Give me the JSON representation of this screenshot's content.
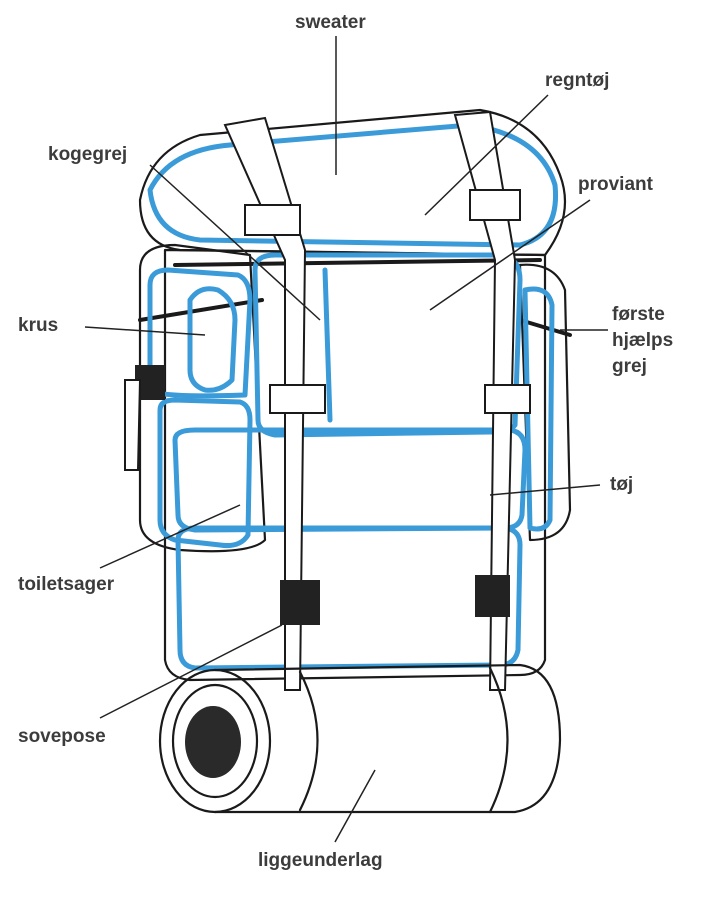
{
  "title": "Backpack packing diagram",
  "labels": {
    "sweater": "sweater",
    "regntoej": "regntøj",
    "kogegrej": "kogegrej",
    "proviant": "proviant",
    "krus": "krus",
    "foerste_line1": "første",
    "foerste_line2": "hjælps",
    "foerste_line3": "grej",
    "toej": "tøj",
    "toiletsager": "toiletsager",
    "sovepose": "sovepose",
    "liggeunderlag": "liggeunderlag"
  },
  "colors": {
    "packing_outline": "#3a9bd8",
    "ink": "#1a1a1a",
    "label": "#3c3c3c"
  }
}
